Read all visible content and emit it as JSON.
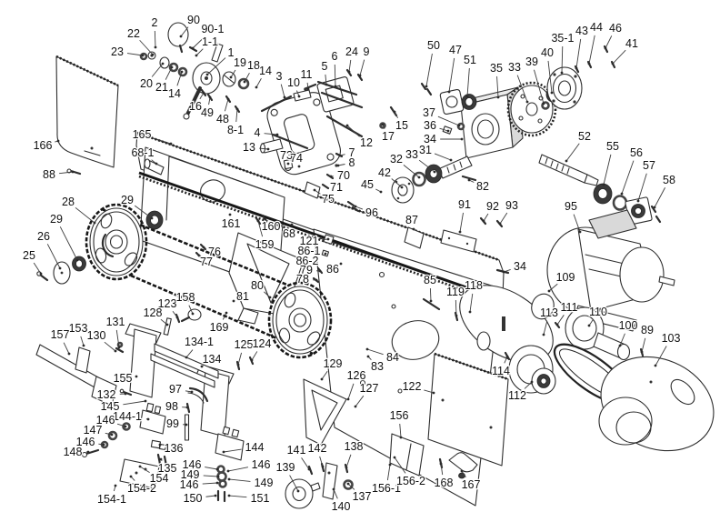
{
  "diagram": {
    "figure_type": "exploded-parts-diagram",
    "colors": {
      "paper": "#ffffff",
      "ink": "#2d2d2d",
      "blade": "#171717",
      "label": "#101010"
    },
    "label_font_size": 12.5,
    "labels": [
      [
        "22",
        147,
        37,
        168,
        60
      ],
      [
        "2",
        170,
        25,
        171,
        52
      ],
      [
        "90",
        213,
        22,
        199,
        40
      ],
      [
        "90-1",
        234,
        32,
        212,
        53
      ],
      [
        "23",
        129,
        57,
        157,
        61
      ],
      [
        "1-1",
        231,
        46,
        216,
        61
      ],
      [
        "1",
        254,
        58,
        228,
        82
      ],
      [
        "20",
        161,
        92,
        179,
        70
      ],
      [
        "21",
        178,
        96,
        189,
        74
      ],
      [
        "14",
        192,
        103,
        200,
        79
      ],
      [
        "16",
        215,
        117,
        224,
        102
      ],
      [
        "49",
        228,
        124,
        231,
        107
      ],
      [
        "48",
        245,
        131,
        251,
        109
      ],
      [
        "8-1",
        259,
        143,
        261,
        120
      ],
      [
        "19",
        264,
        69,
        254,
        85
      ],
      [
        "18",
        279,
        72,
        269,
        90
      ],
      [
        "14",
        292,
        78,
        282,
        96
      ],
      [
        "3",
        307,
        84,
        313,
        107
      ],
      [
        "10",
        323,
        91,
        329,
        106
      ],
      [
        "11",
        337,
        82,
        339,
        98
      ],
      [
        "5",
        357,
        73,
        359,
        93
      ],
      [
        "6",
        368,
        62,
        369,
        95
      ],
      [
        "24",
        387,
        57,
        384,
        79
      ],
      [
        "9",
        403,
        57,
        396,
        83
      ],
      [
        "50",
        477,
        50,
        469,
        95
      ],
      [
        "47",
        501,
        55,
        494,
        101
      ],
      [
        "51",
        517,
        66,
        514,
        106
      ],
      [
        "35",
        546,
        75,
        548,
        107
      ],
      [
        "33",
        566,
        74,
        580,
        112
      ],
      [
        "39",
        585,
        68,
        598,
        114
      ],
      [
        "40",
        602,
        58,
        607,
        102
      ],
      [
        "35-1",
        619,
        42,
        618,
        80
      ],
      [
        "43",
        640,
        34,
        634,
        75
      ],
      [
        "44",
        656,
        30,
        648,
        70
      ],
      [
        "46",
        677,
        31,
        666,
        53
      ],
      [
        "41",
        695,
        48,
        674,
        70
      ],
      [
        "166",
        47,
        160,
        64,
        155
      ],
      [
        "165",
        156,
        148,
        188,
        158
      ],
      [
        "68-1",
        157,
        168,
        172,
        180
      ],
      [
        "88",
        54,
        192,
        80,
        189
      ],
      [
        "4",
        283,
        146,
        305,
        148
      ],
      [
        "13",
        274,
        162,
        295,
        164
      ],
      [
        "73",
        315,
        171,
        317,
        180
      ],
      [
        "74",
        326,
        174,
        329,
        183
      ],
      [
        "7",
        387,
        168,
        374,
        171
      ],
      [
        "8",
        387,
        179,
        372,
        182
      ],
      [
        "70",
        378,
        193,
        364,
        194
      ],
      [
        "71",
        370,
        206,
        359,
        205
      ],
      [
        "75",
        361,
        219,
        346,
        209
      ],
      [
        "12",
        403,
        157,
        382,
        138
      ],
      [
        "15",
        442,
        138,
        434,
        123
      ],
      [
        "17",
        427,
        150,
        421,
        137
      ],
      [
        "37",
        472,
        124,
        505,
        138
      ],
      [
        "36",
        473,
        138,
        493,
        144
      ],
      [
        "34",
        473,
        153,
        508,
        153
      ],
      [
        "31",
        468,
        165,
        496,
        176
      ],
      [
        "33",
        453,
        170,
        478,
        189
      ],
      [
        "32",
        436,
        175,
        461,
        195
      ],
      [
        "42",
        423,
        190,
        442,
        206
      ],
      [
        "45",
        404,
        203,
        419,
        211
      ],
      [
        "96",
        409,
        234,
        391,
        227
      ],
      [
        "82",
        531,
        205,
        516,
        198
      ],
      [
        "87",
        453,
        242,
        455,
        252
      ],
      [
        "91",
        511,
        225,
        506,
        255
      ],
      [
        "92",
        542,
        227,
        532,
        243
      ],
      [
        "93",
        563,
        226,
        550,
        246
      ],
      [
        "34",
        572,
        293,
        554,
        299
      ],
      [
        "95",
        628,
        227,
        638,
        255
      ],
      [
        "52",
        643,
        150,
        623,
        177
      ],
      [
        "55",
        674,
        161,
        664,
        203
      ],
      [
        "56",
        700,
        168,
        684,
        213
      ],
      [
        "57",
        714,
        182,
        702,
        221
      ],
      [
        "58",
        736,
        198,
        720,
        228
      ],
      [
        "28",
        75,
        222,
        104,
        245
      ],
      [
        "29",
        140,
        220,
        167,
        240
      ],
      [
        "29",
        62,
        241,
        85,
        286
      ],
      [
        "26",
        48,
        260,
        66,
        295
      ],
      [
        "25",
        32,
        281,
        45,
        301
      ],
      [
        "161",
        254,
        246,
        253,
        236
      ],
      [
        "160",
        298,
        249,
        291,
        240
      ],
      [
        "68",
        318,
        257,
        321,
        247
      ],
      [
        "159",
        291,
        269,
        284,
        243
      ],
      [
        "121",
        340,
        265,
        361,
        263
      ],
      [
        "86-1",
        340,
        276,
        358,
        279
      ],
      [
        "86-2",
        338,
        287,
        354,
        289
      ],
      [
        "79",
        337,
        297,
        352,
        298
      ],
      [
        "78",
        333,
        307,
        348,
        308
      ],
      [
        "86",
        366,
        296,
        375,
        290
      ],
      [
        "80",
        283,
        314,
        297,
        327
      ],
      [
        "81",
        267,
        326,
        257,
        331
      ],
      [
        "76",
        236,
        277,
        224,
        272
      ],
      [
        "77",
        227,
        288,
        219,
        281
      ],
      [
        "123",
        184,
        334,
        195,
        349
      ],
      [
        "158",
        204,
        327,
        212,
        345
      ],
      [
        "128",
        168,
        344,
        184,
        357
      ],
      [
        "131",
        127,
        354,
        131,
        382
      ],
      [
        "130",
        106,
        369,
        127,
        386
      ],
      [
        "153",
        86,
        361,
        92,
        380
      ],
      [
        "157",
        66,
        368,
        76,
        389
      ],
      [
        "132",
        117,
        434,
        138,
        433
      ],
      [
        "145",
        121,
        447,
        160,
        441
      ],
      [
        "155",
        135,
        416,
        150,
        414
      ],
      [
        "97",
        193,
        428,
        211,
        431
      ],
      [
        "98",
        189,
        447,
        206,
        448
      ],
      [
        "99",
        190,
        466,
        205,
        467
      ],
      [
        "144-1",
        140,
        458,
        163,
        461
      ],
      [
        "146",
        116,
        462,
        138,
        469
      ],
      [
        "147",
        102,
        473,
        123,
        478
      ],
      [
        "146",
        94,
        486,
        114,
        489
      ],
      [
        "148",
        80,
        497,
        97,
        497
      ],
      [
        "136",
        191,
        493,
        176,
        489
      ],
      [
        "135",
        184,
        515,
        177,
        505
      ],
      [
        "154",
        175,
        526,
        154,
        513
      ],
      [
        "154-2",
        156,
        537,
        144,
        524
      ],
      [
        "154-1",
        123,
        549,
        127,
        534
      ],
      [
        "146",
        211,
        511,
        239,
        516
      ],
      [
        "149",
        209,
        522,
        240,
        524
      ],
      [
        "146",
        208,
        533,
        239,
        531
      ],
      [
        "150",
        212,
        548,
        237,
        545
      ],
      [
        "144",
        280,
        492,
        246,
        497
      ],
      [
        "146",
        287,
        511,
        251,
        518
      ],
      [
        "149",
        290,
        531,
        252,
        527
      ],
      [
        "151",
        286,
        548,
        252,
        545
      ],
      [
        "141",
        326,
        495,
        340,
        516
      ],
      [
        "142",
        349,
        493,
        355,
        513
      ],
      [
        "138",
        389,
        491,
        381,
        514
      ],
      [
        "139",
        314,
        514,
        328,
        540
      ],
      [
        "140",
        375,
        557,
        367,
        538
      ],
      [
        "137",
        398,
        546,
        383,
        532
      ],
      [
        "129",
        366,
        400,
        354,
        417
      ],
      [
        "126",
        392,
        413,
        383,
        439
      ],
      [
        "127",
        406,
        427,
        391,
        447
      ],
      [
        "84",
        432,
        393,
        404,
        384
      ],
      [
        "83",
        415,
        403,
        405,
        392
      ],
      [
        "122",
        453,
        425,
        477,
        432
      ],
      [
        "156",
        439,
        457,
        441,
        481
      ],
      [
        "156-1",
        425,
        537,
        429,
        511
      ],
      [
        "156-2",
        452,
        529,
        434,
        503
      ],
      [
        "168",
        488,
        531,
        485,
        510
      ],
      [
        "167",
        518,
        533,
        508,
        518
      ],
      [
        "85",
        473,
        308,
        474,
        331
      ],
      [
        "119",
        501,
        321,
        502,
        347
      ],
      [
        "118",
        521,
        314,
        517,
        343
      ],
      [
        "109",
        622,
        305,
        604,
        320
      ],
      [
        "113",
        604,
        344,
        598,
        368
      ],
      [
        "111",
        626,
        338,
        613,
        357
      ],
      [
        "110",
        658,
        343,
        648,
        358
      ],
      [
        "100",
        691,
        358,
        682,
        380
      ],
      [
        "89",
        712,
        363,
        706,
        387
      ],
      [
        "103",
        738,
        372,
        721,
        402
      ],
      [
        "114",
        551,
        408,
        558,
        392
      ],
      [
        "112",
        569,
        435,
        585,
        420
      ],
      [
        "169",
        241,
        360,
        249,
        344
      ],
      [
        "134-1",
        219,
        376,
        205,
        393
      ],
      [
        "134",
        233,
        395,
        222,
        403
      ],
      [
        "125",
        268,
        379,
        262,
        401
      ],
      [
        "124",
        288,
        378,
        277,
        396
      ]
    ]
  }
}
